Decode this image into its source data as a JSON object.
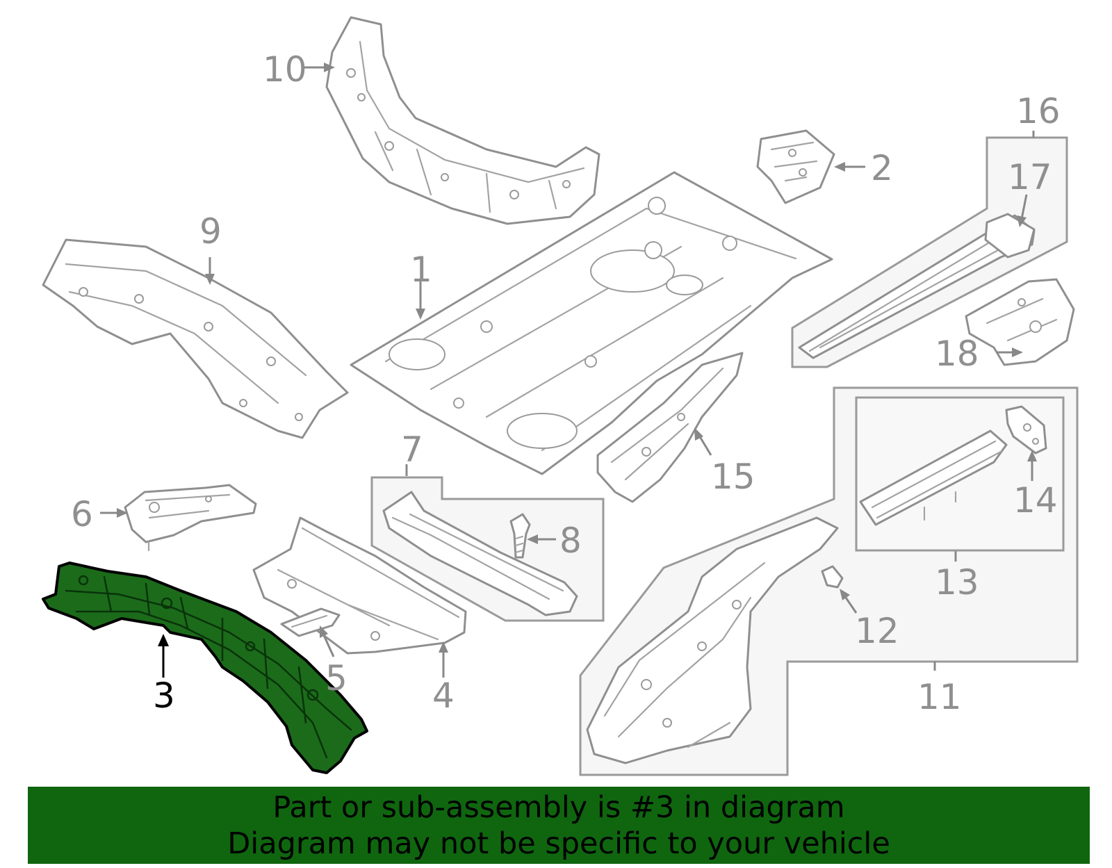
{
  "callouts": {
    "c1": "1",
    "c2": "2",
    "c3": "3",
    "c4": "4",
    "c5": "5",
    "c6": "6",
    "c7": "7",
    "c8": "8",
    "c9": "9",
    "c10": "10",
    "c11": "11",
    "c12": "12",
    "c13": "13",
    "c14": "14",
    "c15": "15",
    "c16": "16",
    "c17": "17",
    "c18": "18"
  },
  "highlighted_part": "3",
  "colors": {
    "highlight_fill": "#1b6b1b",
    "banner_background": "#0f660f",
    "line_gray": "#8f8f8f",
    "box_fill": "#f6f6f6"
  },
  "banner": {
    "line1": "Part or sub-assembly is #3 in diagram",
    "line2": "Diagram may not be specific to your vehicle"
  }
}
